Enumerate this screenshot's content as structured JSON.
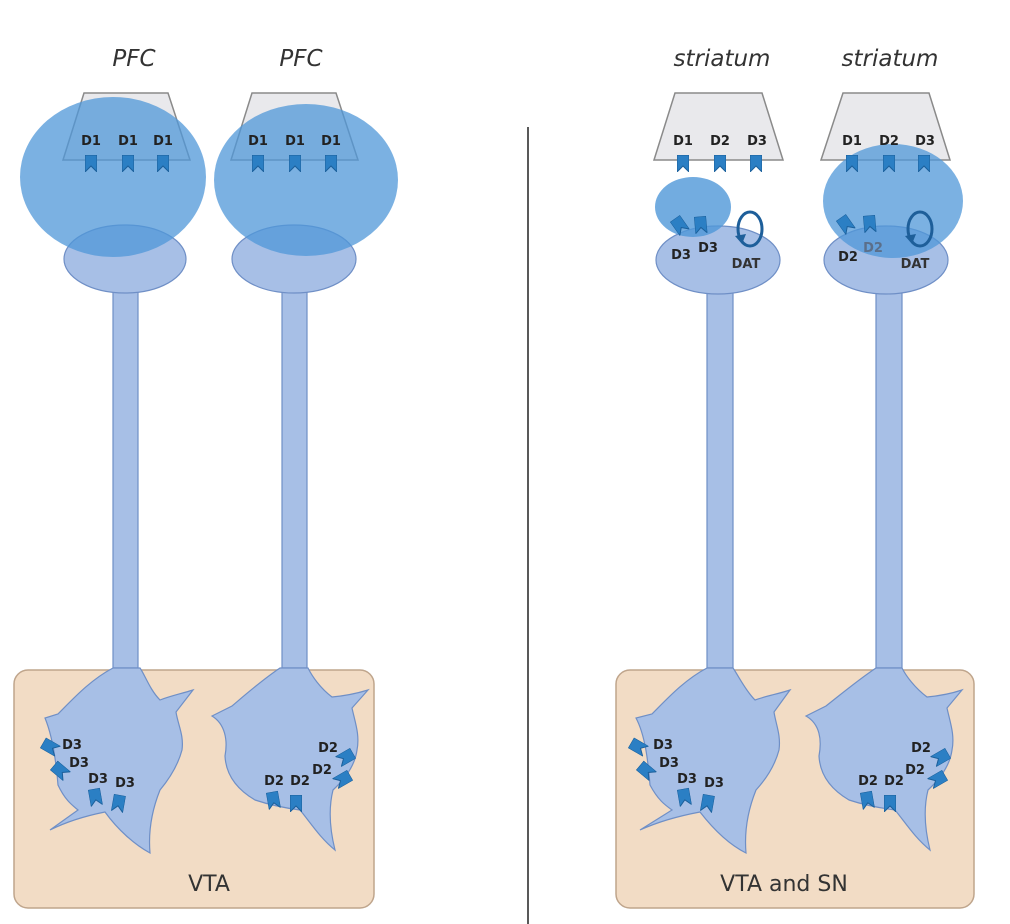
{
  "left_panel": {
    "neuron_a": {
      "region": "PFC",
      "post_receptors": [
        "D1",
        "D1",
        "D1"
      ]
    },
    "neuron_b": {
      "region": "PFC",
      "post_receptors": [
        "D1",
        "D1",
        "D1"
      ]
    },
    "soma_a_receptors": [
      "D3",
      "D3",
      "D3",
      "D3"
    ],
    "soma_b_receptors": [
      "D2",
      "D2",
      "D2",
      "D2"
    ],
    "area_label": "VTA"
  },
  "right_panel": {
    "neuron_c": {
      "region": "striatum",
      "post_receptors": [
        "D1",
        "D2",
        "D3"
      ],
      "pre_receptors": [
        "D3",
        "D3"
      ],
      "transporter": "DAT"
    },
    "neuron_d": {
      "region": "striatum",
      "post_receptors": [
        "D1",
        "D2",
        "D3"
      ],
      "pre_receptors": [
        "D2",
        "D2"
      ],
      "transporter": "DAT"
    },
    "soma_c_receptors": [
      "D3",
      "D3",
      "D3",
      "D3"
    ],
    "soma_d_receptors": [
      "D2",
      "D2",
      "D2",
      "D2"
    ],
    "area_label": "VTA and SN"
  },
  "colors": {
    "neuron": "#a7bfe6",
    "neuron_stroke": "#6f8fc6",
    "dopamine_cloud": "#4f97d8",
    "receptor": "#2b7fc4",
    "receptor_stroke": "#1b5f9a",
    "postsynaptic": "#e9e9ec",
    "area_box": "#f2dcc5",
    "area_box_stroke": "#bfa58c",
    "divider": "#222222"
  }
}
